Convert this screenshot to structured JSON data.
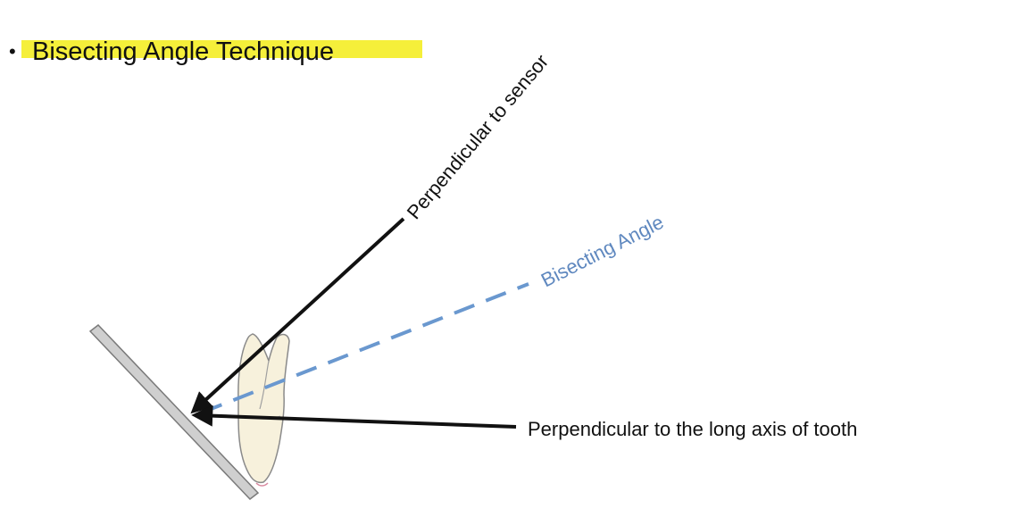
{
  "slide": {
    "bullet": "•",
    "title": "Bisecting Angle Technique"
  },
  "diagram": {
    "label_perp_sensor": "Perpendicular to sensor",
    "label_bisecting": "Bisecting Angle",
    "label_perp_tooth": "Perpendicular to the long axis of tooth"
  },
  "colors": {
    "highlight": "#f5ef3a",
    "bisecting_line": "#6a98cf",
    "bisecting_text": "#5f88bf",
    "arrow": "#111111",
    "sensor_fill": "#cfcfcf",
    "tooth_fill": "#f7f1dc",
    "tooth_outline": "#8a8a8a"
  }
}
